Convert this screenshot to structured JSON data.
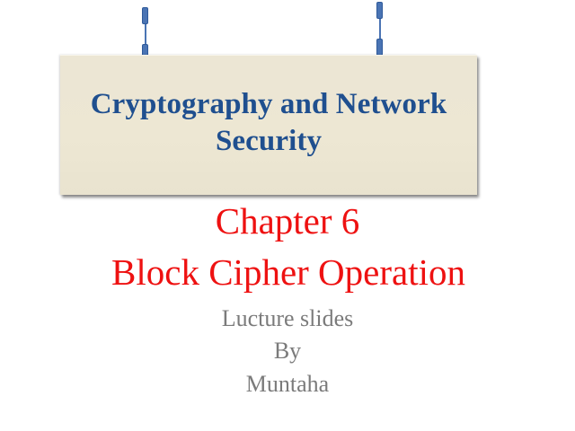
{
  "slide": {
    "title_box": {
      "line1": "Cryptography and Network",
      "line2": "Security",
      "background": "#ede7d3",
      "text_color": "#1f4f8f"
    },
    "chapter": {
      "line1": "Chapter 6",
      "line2": "Block Cipher Operation",
      "color": "#ee1111"
    },
    "byline": {
      "line1": "Lucture slides",
      "line2": "By",
      "line3": "Muntaha",
      "color": "#7b7b7b"
    },
    "decorations": {
      "hanger_color": "#4a74b4",
      "hanger_icon": "chain-hanger-icon"
    }
  }
}
